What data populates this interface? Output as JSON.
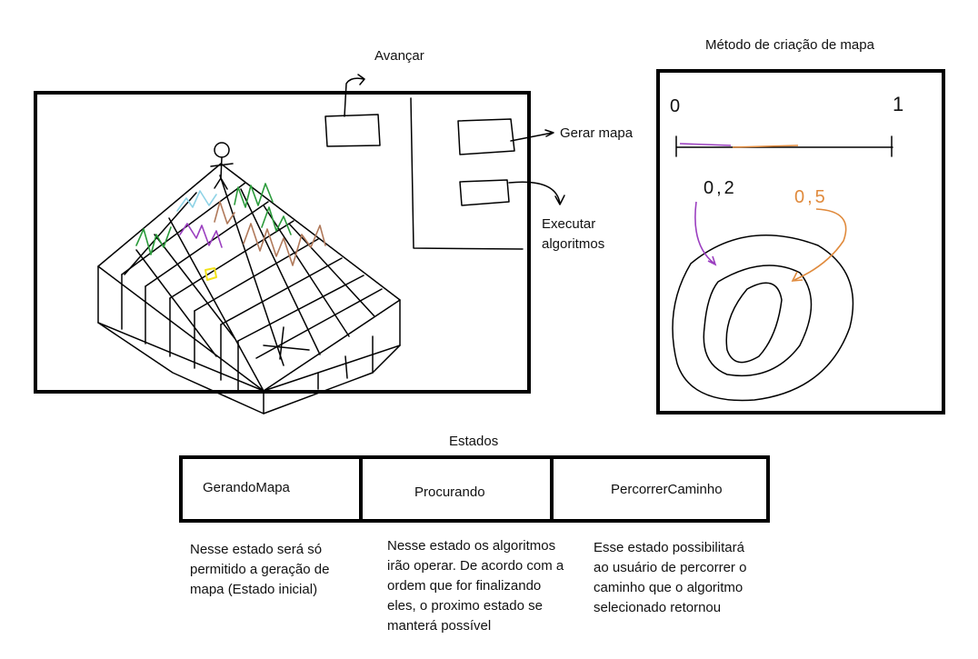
{
  "main_panel": {
    "advance_label": "Avançar",
    "generate_map_label": "Gerar mapa",
    "run_algorithms_label_line1": "Executar",
    "run_algorithms_label_line2": "algoritmos"
  },
  "map_method_panel": {
    "title": "Método de criação de mapa",
    "scale_min": "0",
    "scale_max": "1",
    "value_a": "0,2",
    "value_b": "0,5"
  },
  "states": {
    "title": "Estados",
    "items": [
      {
        "name": "GerandoMapa",
        "description": "Nesse estado será só permitido a geração de mapa (Estado inicial)"
      },
      {
        "name": "Procurando",
        "description": "Nesse estado os algoritmos irão operar. De acordo com a ordem que for finalizando eles, o proximo estado se manterá possível"
      },
      {
        "name": "PercorrerCaminho",
        "description": "Esse estado possibilitará ao usuário de percorrer o caminho que o algoritmo selecionado retornou"
      }
    ]
  },
  "colors": {
    "purple": "#9b3fc0",
    "orange": "#e08a3c",
    "green": "#2a9a3a",
    "cyan": "#8fd3e6",
    "brown": "#b0795a",
    "yellow": "#f2e21a"
  }
}
